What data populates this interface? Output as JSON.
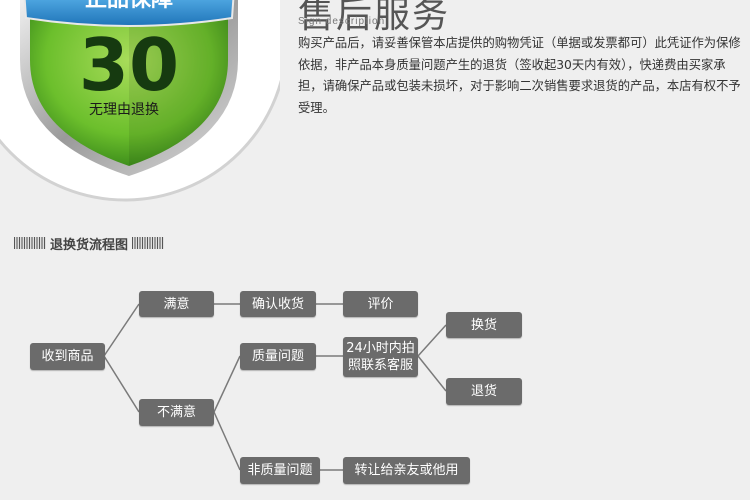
{
  "badge": {
    "banner_text": "正品保障",
    "number": "30",
    "caption": "无理由退换"
  },
  "service": {
    "title": "售后服务",
    "subtitle": "Sign description",
    "description": "购买产品后，请妥善保管本店提供的购物凭证（单据或发票都可）此凭证作为保修依据，非产品本身质量问题产生的退货（签收起30天内有效），快递费由买家承担，请确保产品或包装未损坏，对于影响二次销售要求退货的产品，本店有权不予受理。"
  },
  "process": {
    "title": "退换货流程图",
    "nodes": {
      "received": "收到商品",
      "satisfied": "满意",
      "confirm": "确认收货",
      "review": "评价",
      "unsatisfied": "不满意",
      "quality_issue": "质量问题",
      "contact_service": "24小时内拍照联系客服",
      "exchange": "换货",
      "return": "退货",
      "non_quality_issue": "非质量问题",
      "transfer": "转让给亲友或他用"
    }
  },
  "colors": {
    "badge_green": "#7cc242",
    "node_gray": "#6b6b6b",
    "banner_blue": "#2f8fd2"
  }
}
